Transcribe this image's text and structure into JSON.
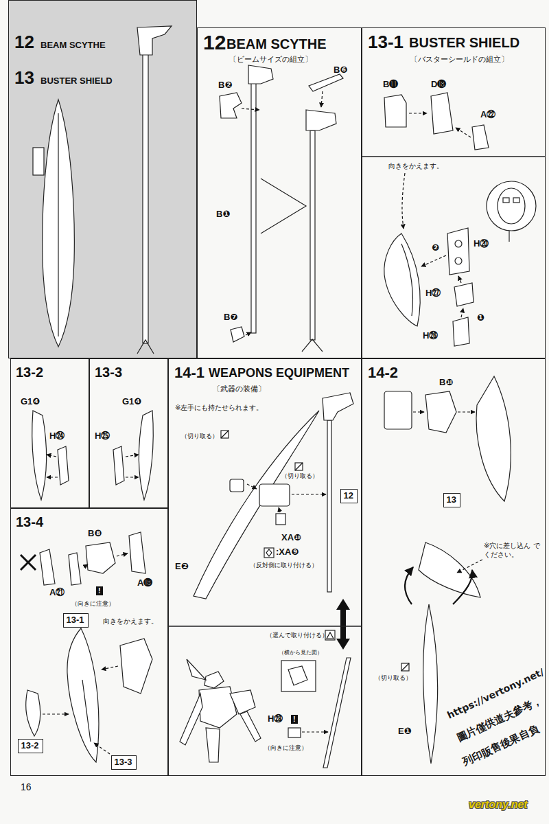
{
  "diagram": {
    "nodes": [
      {
        "text": [
          "12",
          "BEAM SCYTHE",
          "13",
          "BUSTER SHIELD"
        ]
      },
      {
        "text": [
          "12",
          "BEAM SCYTHE",
          "〔ビームサイズの組立〕"
        ]
      },
      {
        "text": [
          "13-1",
          "BUSTER SHIELD",
          "〔バスターシールドの組立〕"
        ]
      },
      {
        "text": [
          "13-2"
        ]
      },
      {
        "text": [
          "13-3"
        ]
      },
      {
        "text": [
          "13-4"
        ]
      },
      {
        "text": [
          "13-1"
        ],
        "in": 5
      },
      {
        "text": [
          "13-2"
        ],
        "in": 5
      },
      {
        "text": [
          "13-3"
        ],
        "in": 5
      },
      {
        "text": [
          "14-1",
          "WEAPONS EQUIPMENT",
          "〔武器の装備〕"
        ]
      },
      {
        "text": [
          "12"
        ],
        "in": 9
      },
      {
        "text": [
          "14-2"
        ]
      },
      {
        "text": [
          "13"
        ],
        "in": 11
      }
    ],
    "labels": [
      "B❷",
      "B❻",
      "B❶",
      "B❼",
      "B⓫",
      "D⓲",
      "A㉒",
      "向きをかえます。",
      "H⑳",
      "❷",
      "H㉗",
      "❶",
      "H㉖",
      "G1❹",
      "H㉔",
      "G1❹",
      "H㉕",
      "B❽",
      "A⓲",
      "A㉑",
      "!",
      "（向きに注意）",
      "向きをかえます。",
      "※左手にも持たせられます。",
      "（切り取る）",
      "E❷",
      "（切り取る）",
      "XA❿",
      ":XA❾",
      "（反対側に取り付ける）",
      "（選んで取り付ける）",
      "（横から見た図）",
      "H㉘",
      "!",
      "（向きに注意）",
      "B❿",
      "※穴に差し込ん でください。",
      "（切り取る）",
      "E❶",
      "https://vertony.net/",
      "圖片僅供道夫參考，",
      "列印販售後果自負",
      "vertony.net",
      "16"
    ]
  }
}
